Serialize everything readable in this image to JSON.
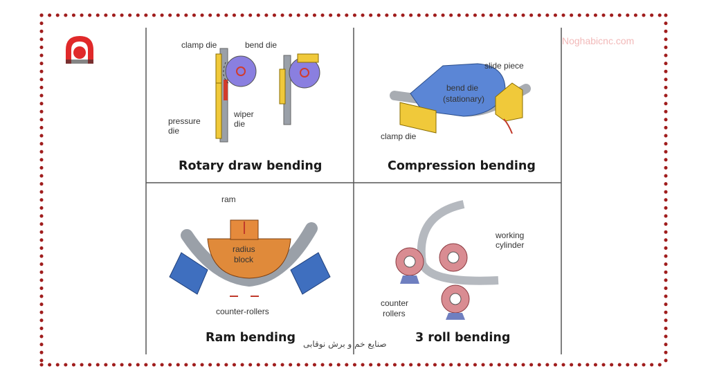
{
  "watermark": "Noghabicnc.com",
  "persian_caption": "صنایع خم و برش نوقابی",
  "colors": {
    "border_dot": "#a01d1d",
    "logo": "#e0292a",
    "grid_line": "#555555"
  },
  "panels": {
    "rotary": {
      "title": "Rotary draw bending",
      "labels": {
        "clamp_die": "clamp die",
        "bend_die": "bend die",
        "pressure_die": "pressure\ndie",
        "wiper_die": "wiper\ndie"
      }
    },
    "compression": {
      "title": "Compression bending",
      "labels": {
        "slide_piece": "slide piece",
        "bend_die": "bend die",
        "stationary": "(stationary)",
        "clamp_die": "clamp die"
      }
    },
    "ram": {
      "title": "Ram bending",
      "labels": {
        "ram": "ram",
        "radius": "radius",
        "block": "block",
        "counter_rollers": "counter-rollers"
      }
    },
    "roll3": {
      "title": "3 roll bending",
      "labels": {
        "working": "working",
        "cylinder": "cylinder",
        "counter": "counter",
        "rollers": "rollers"
      }
    }
  }
}
